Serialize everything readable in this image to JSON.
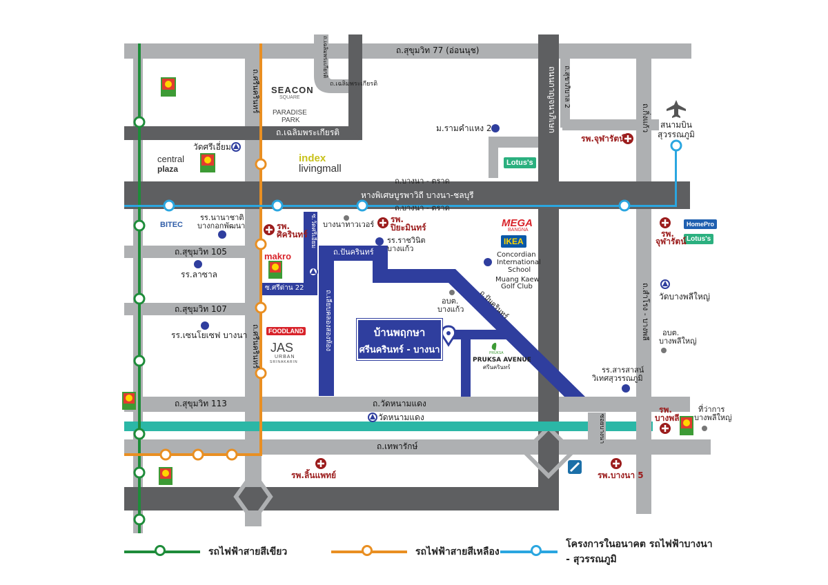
{
  "colors": {
    "road": "#aeb0b2",
    "major_road": "#5e5f61",
    "green_line": "#1e8c3a",
    "yellow_line": "#e98f22",
    "future_line": "#2aa6e0",
    "canal": "#2bb7a6",
    "project_route": "#2f3e9e",
    "hospital": "#9b1c1c"
  },
  "roads": {
    "sukhumvit77": "ถ.สุขุมวิท 77 (อ่อนนุช)",
    "chaloem_phrakiat": "ถ.เฉลิมพระเกียรติ",
    "chaloem_phrakiat_small": "ถ.เฉลิมพระเกียรติ",
    "sukhumvit105": "ถ.สุขุมวิท 105",
    "sukhumvit107": "ถ.สุขุมวิท 107",
    "sukhumvit113": "ถ.สุขุมวิท 113",
    "bangna_trat_top": "ถ.บางนา - ตราด",
    "bangna_trat_bottom": "ถ.บางนา - ตราด",
    "motorway": "หางพิเศษบูรพาวิถี บางนา-ชลบุรี",
    "srinakarin_top": "ถ.ศรีนครินทร์",
    "srinakarin_bottom": "ถ.ศรีนครินทร์",
    "kanchanaphisek": "ถนนกาญจนาภิเษก",
    "king_kaeo": "ถ.กิ่งแก้ว",
    "sukhaphiban2": "ถ.สุขาภิบาล 2",
    "sri_dan22": "ซ.ศรีด่าน 22",
    "watlat_krabang": "ซ.วัดศรีเอี่ยม",
    "bunyasiri": "ถ.เลียบคลองสองห้อง",
    "pan_kun": "ถ.ปันครินทร์",
    "pan_kun_diag": "ถ.ปันครินทร์",
    "wat_nam_daeng": "ถ.วัดหนามแดง",
    "theparak": "ถ.เทพารักษ์",
    "samrong_bangphli": "ถ.สำโรง - บางพลี",
    "bangna_1": "ซอยบางนา",
    "chaloem_vert": "ถ.เฉลิมพระเกียรติ"
  },
  "places": {
    "wat_sri_iam": "วัดศรีเอี่ยม",
    "central_plaza_1": "central",
    "central_plaza_2": "plaza",
    "seacon_1": "SEACON",
    "seacon_2": "SQUARE",
    "paradise_1": "PARADISE",
    "paradise_2": "PARK",
    "index_1": "index",
    "index_2": "livingmall",
    "ram_2": "ม.รามคำแหง 2",
    "lotus_top": "Lotus's",
    "airport_1": "สนามบิน",
    "airport_2": "สุวรรณภูมิ",
    "chularat_top": "รพ.จุฬารัตน์",
    "bitec": "BITEC",
    "nanachat_1": "รร.นานาชาติ",
    "nanachat_2": "บางกอกพัฒนา",
    "sikarin_1": "รพ.",
    "sikarin_2": "ศิครินทร์",
    "bangna_tower": "บางนาทาวเวอร์",
    "piyamin_1": "รพ.",
    "piyamin_2": "ปิยะมินทร์",
    "rachawinit_1": "รร.ราชวินิต",
    "rachawinit_2": "บางแก้ว",
    "mega_1": "MEGA",
    "mega_2": "BANGNA",
    "ikea": "IKEA",
    "concordian_1": "Concordian",
    "concordian_2": "International",
    "concordian_3": "School",
    "muang_kaew_1": "Muang Kaew",
    "muang_kaew_2": "Golf Club",
    "makro": "makro",
    "lasalle": "รร.ลาซาล",
    "st_joseph": "รร.เซนโยเซฟ บางนา",
    "obt_bangkaew_1": "อบต.",
    "obt_bangkaew_2": "บางแก้ว",
    "foodland": "FOODLAND",
    "jas_1": "JAS",
    "jas_2": "URBAN",
    "jas_3": "SRINAKARIN",
    "pruksa_logo": "PRUKSA",
    "pruksa_1": "PRUKSA AVENUE",
    "pruksa_2": "ศรีนครินทร์",
    "sarasas_1": "รร.สารสาสน์",
    "sarasas_2": "วิเทศสุวรรณภูมิ",
    "homepro": "HomePro",
    "lotus_right": "Lotus's",
    "chularat_right_1": "รพ.",
    "chularat_right_2": "จุฬารัตน์",
    "wat_bangphli_yai": "วัดบางพลีใหญ่",
    "obt_bangphli_1": "อบต.",
    "obt_bangphli_2": "บางพลีใหญ่",
    "wat_nam_daeng": "วัดหนามแดง",
    "bangphli_hosp_1": "รพ.",
    "bangphli_hosp_2": "บางพลี",
    "district_office_1": "ที่ว่าการ",
    "district_office_2": "บางพลีใหญ่",
    "linphat": "รพ.ลิ้นแพทย์",
    "bangna5": "รพ.บางนา 5"
  },
  "project": {
    "line1": "บ้านพฤกษา",
    "line2": "ศรีนครินทร์ - บางนา"
  },
  "legend": {
    "green": "รถไฟฟ้าสายสีเขียว",
    "yellow": "รถไฟฟ้าสายสีเหลือง",
    "future": "โครงการในอนาคต รถไฟฟ้าบางนา - สุวรรณภูมิ"
  },
  "icons": {
    "airport": "airplane-icon",
    "school": "school-cap-icon",
    "temple": "temple-icon",
    "hospital": "hospital-cross-icon",
    "bigc": "bigc-logo",
    "pin": "location-pin-icon",
    "government": "government-dot-icon",
    "expressway": "expressway-interchange-icon"
  }
}
